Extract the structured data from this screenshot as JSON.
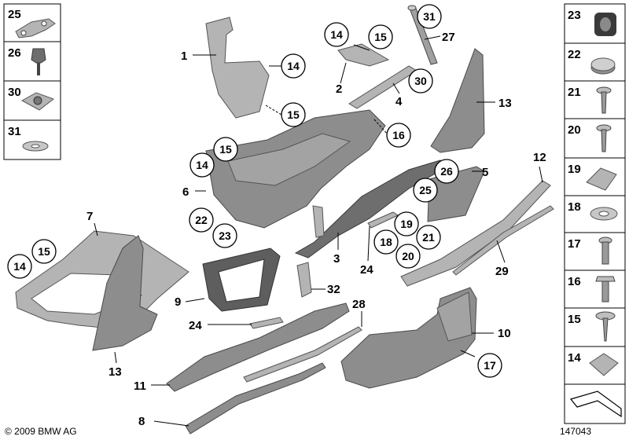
{
  "diagram": {
    "callouts": [
      "1",
      "2",
      "3",
      "4",
      "5",
      "6",
      "7",
      "8",
      "9",
      "10",
      "11",
      "12",
      "13",
      "13",
      "24",
      "24",
      "27",
      "28",
      "29",
      "32"
    ],
    "circles": [
      "31",
      "14",
      "15",
      "14",
      "30",
      "15",
      "16",
      "14",
      "15",
      "26",
      "25",
      "22",
      "23",
      "19",
      "18",
      "21",
      "20",
      "14",
      "15",
      "17"
    ],
    "sidebar": [
      "25",
      "26",
      "30",
      "31",
      "23",
      "22",
      "21",
      "20",
      "19",
      "18",
      "17",
      "16",
      "15",
      "14"
    ],
    "copyright": "© 2009 BMW AG",
    "diagram_number": "147043"
  }
}
